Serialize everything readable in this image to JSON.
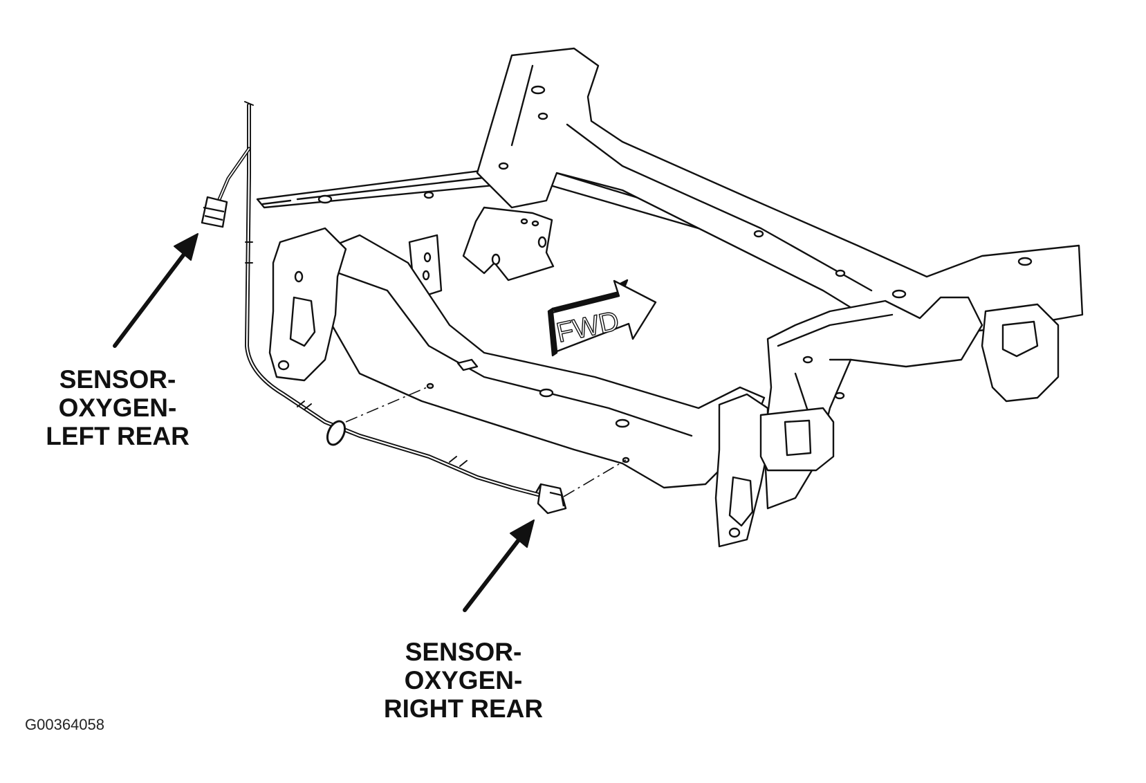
{
  "callouts": {
    "left_rear": [
      "SENSOR-",
      "OXYGEN-",
      "LEFT REAR"
    ],
    "right_rear": [
      "SENSOR-",
      "OXYGEN-",
      "RIGHT REAR"
    ]
  },
  "direction_arrow": {
    "text": "FWD"
  },
  "figure_id": "G00364058",
  "colors": {
    "line": "#111111",
    "background": "#ffffff"
  }
}
